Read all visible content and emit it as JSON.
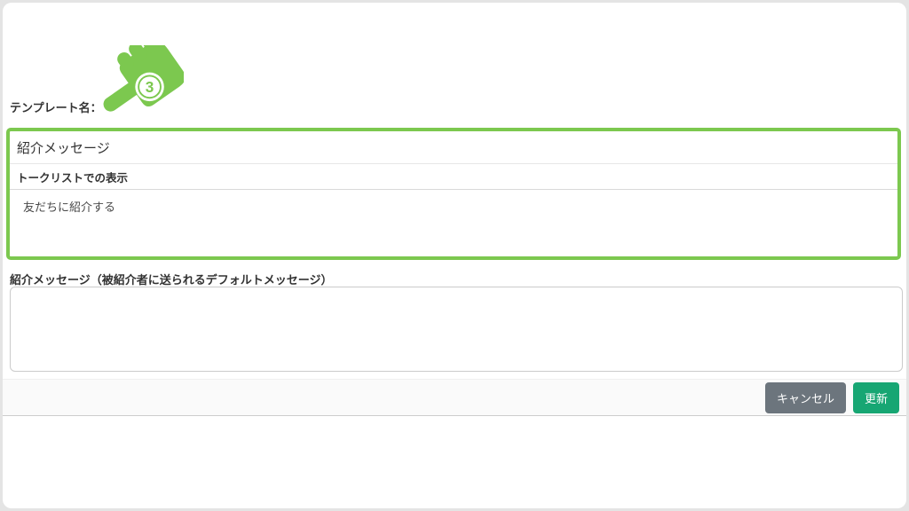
{
  "annotation": {
    "step_number": "3"
  },
  "form": {
    "template_name_label": "テンプレート名：",
    "section": {
      "title": "紹介メッセージ",
      "talk_list_label": "トークリストでの表示",
      "talk_list_value": "友だちに紹介する"
    },
    "intro_message_label": "紹介メッセージ（被紹介者に送られるデフォルトメッセージ）",
    "intro_message_value": ""
  },
  "footer": {
    "cancel_label": "キャンセル",
    "update_label": "更新"
  },
  "colors": {
    "highlight_green": "#7cc84f",
    "cancel_button": "#6c757d",
    "update_button": "#17a673"
  }
}
